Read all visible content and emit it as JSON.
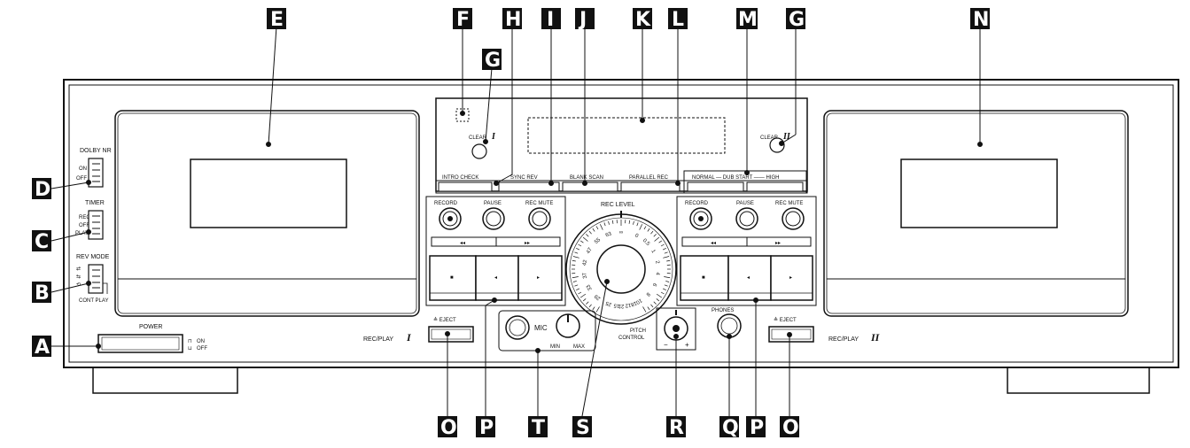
{
  "callouts": {
    "A": "A",
    "B": "B",
    "C": "C",
    "D": "D",
    "E": "E",
    "F": "F",
    "G": "G",
    "H": "H",
    "I": "I",
    "J": "J",
    "K": "K",
    "L": "L",
    "M": "M",
    "N": "N",
    "O": "O",
    "P": "P",
    "Q": "Q",
    "R": "R",
    "S": "S",
    "T": "T"
  },
  "left_controls": {
    "dolby": {
      "title": "DOLBY NR",
      "on": "ON",
      "off": "OFF"
    },
    "timer": {
      "title": "TIMER",
      "rec": "REC",
      "off": "OFF",
      "play": "PLAY"
    },
    "rev_mode": {
      "title": "REV MODE",
      "cont_play": "CONT PLAY"
    },
    "power": {
      "title": "POWER",
      "on": "ON",
      "off": "OFF"
    }
  },
  "deck1": {
    "clear_label": "CLEAR",
    "clear_numeral": "I",
    "rec_play_label": "REC/PLAY",
    "rec_play_numeral": "I",
    "eject_label": "≜ EJECT",
    "record": "RECORD",
    "pause": "PAUSE",
    "rec_mute": "REC MUTE",
    "rew": "◂◂",
    "ff": "▸▸",
    "stop": "■",
    "rev_play": "◂",
    "fwd_play": "▸"
  },
  "deck2": {
    "clear_label": "CLEAR",
    "clear_numeral": "II",
    "rec_play_label": "REC/PLAY",
    "rec_play_numeral": "II",
    "eject_label": "≜ EJECT",
    "record": "RECORD",
    "pause": "PAUSE",
    "rec_mute": "REC MUTE",
    "rew": "◂◂",
    "ff": "▸▸",
    "stop": "■",
    "rev_play": "◂",
    "fwd_play": "▸"
  },
  "function_buttons": {
    "intro_check": "INTRO CHECK",
    "sync_rev": "SYNC REV",
    "blank_scan": "BLANK SCAN",
    "parallel_rec": "PARALLEL REC",
    "dub_start": "NORMAL — DUB START —— HIGH"
  },
  "center": {
    "rec_level": "REC LEVEL",
    "dial_left": [
      "∞",
      "63",
      "55",
      "47",
      "42",
      "37",
      "33",
      "29",
      "25",
      "21",
      "18"
    ],
    "dial_right": [
      "0",
      "0.5",
      "1",
      "2",
      "4",
      "6",
      "8",
      "10",
      "12",
      "15"
    ],
    "mic": "MIC",
    "mic_min": "MIN",
    "mic_max": "MAX",
    "pitch": "PITCH",
    "control": "CONTROL",
    "pitch_minus": "−",
    "pitch_plus": "+",
    "phones": "PHONES"
  }
}
